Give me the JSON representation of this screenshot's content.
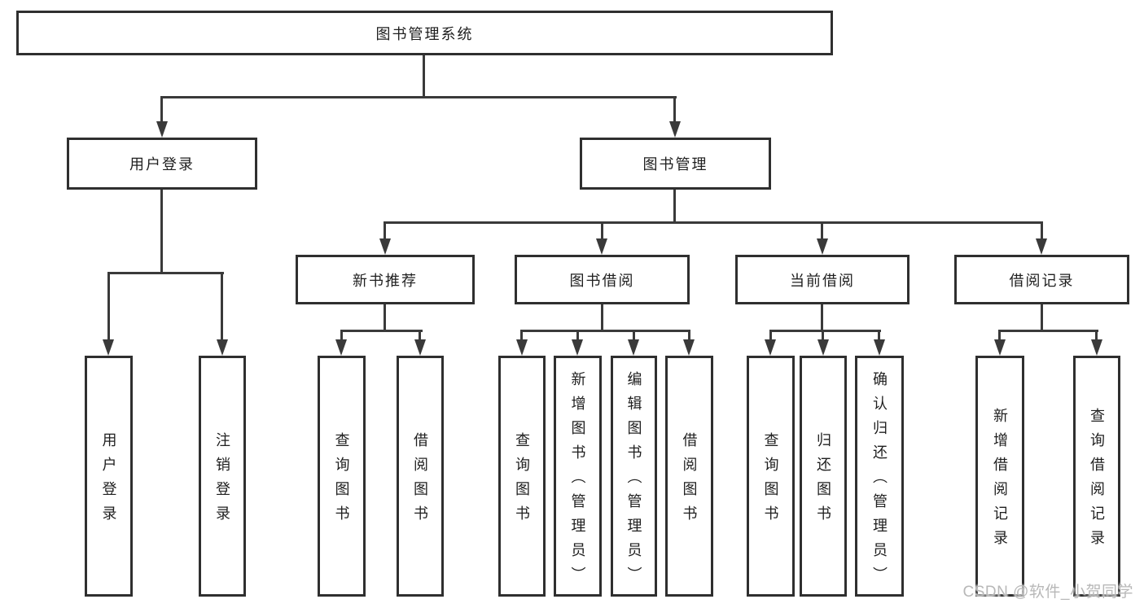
{
  "tree": {
    "root": "图书管理系统",
    "level1": [
      "用户登录",
      "图书管理"
    ],
    "level2": [
      "新书推荐",
      "图书借阅",
      "当前借阅",
      "借阅记录"
    ],
    "leaves": {
      "user_login": [
        "用户登录",
        "注销登录"
      ],
      "new_book_recommend": [
        "查询图书",
        "借阅图书"
      ],
      "book_borrow": [
        "查询图书",
        "新增图书（管理员）",
        "编辑图书（管理员）",
        "借阅图书"
      ],
      "current_borrow": [
        "查询图书",
        "归还图书",
        "确认归还（管理员）"
      ],
      "borrow_record": [
        "新增借阅记录",
        "查询借阅记录"
      ]
    }
  },
  "watermark": {
    "text": "CSDN @软件_小贺同学",
    "color": "#b8b8b8"
  },
  "colors": {
    "line": "#3a3a3a",
    "box_border": "#2f2f2f",
    "text": "#1f1f1f",
    "background": "#ffffff"
  }
}
